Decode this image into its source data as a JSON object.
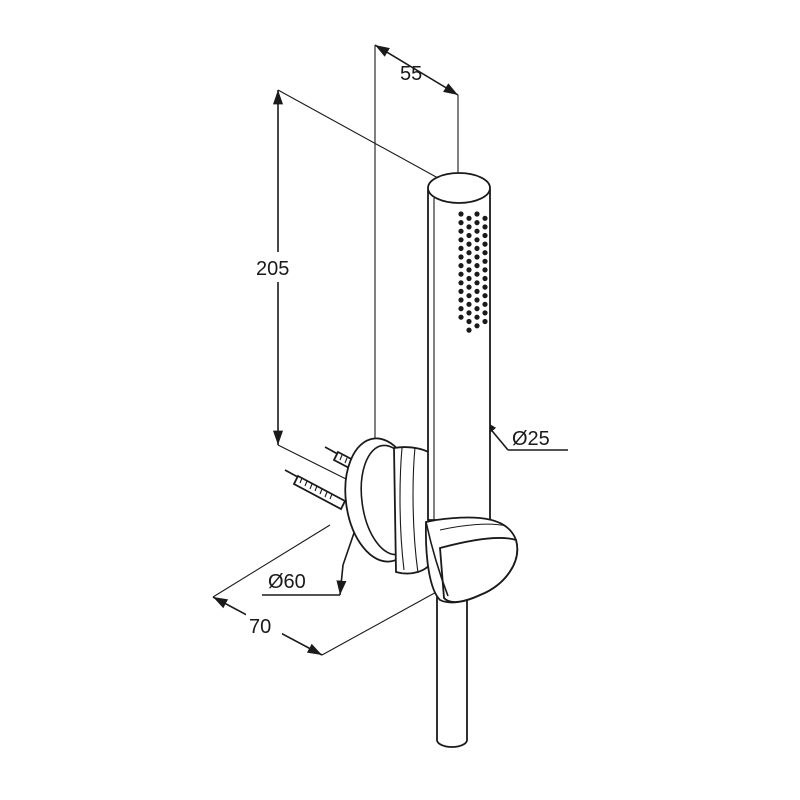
{
  "dimensions": {
    "width_top": "55",
    "height": "205",
    "head_diameter": "Ø25",
    "flange_diameter": "Ø60",
    "depth": "70"
  },
  "colors": {
    "line": "#1a1a1a",
    "background": "#ffffff"
  }
}
